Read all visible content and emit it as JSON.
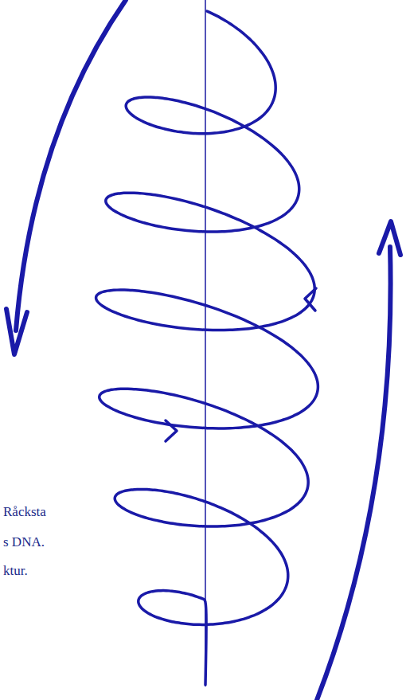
{
  "diagram": {
    "labels": [
      "Råcksta",
      "s DNA.",
      "ktur."
    ]
  }
}
